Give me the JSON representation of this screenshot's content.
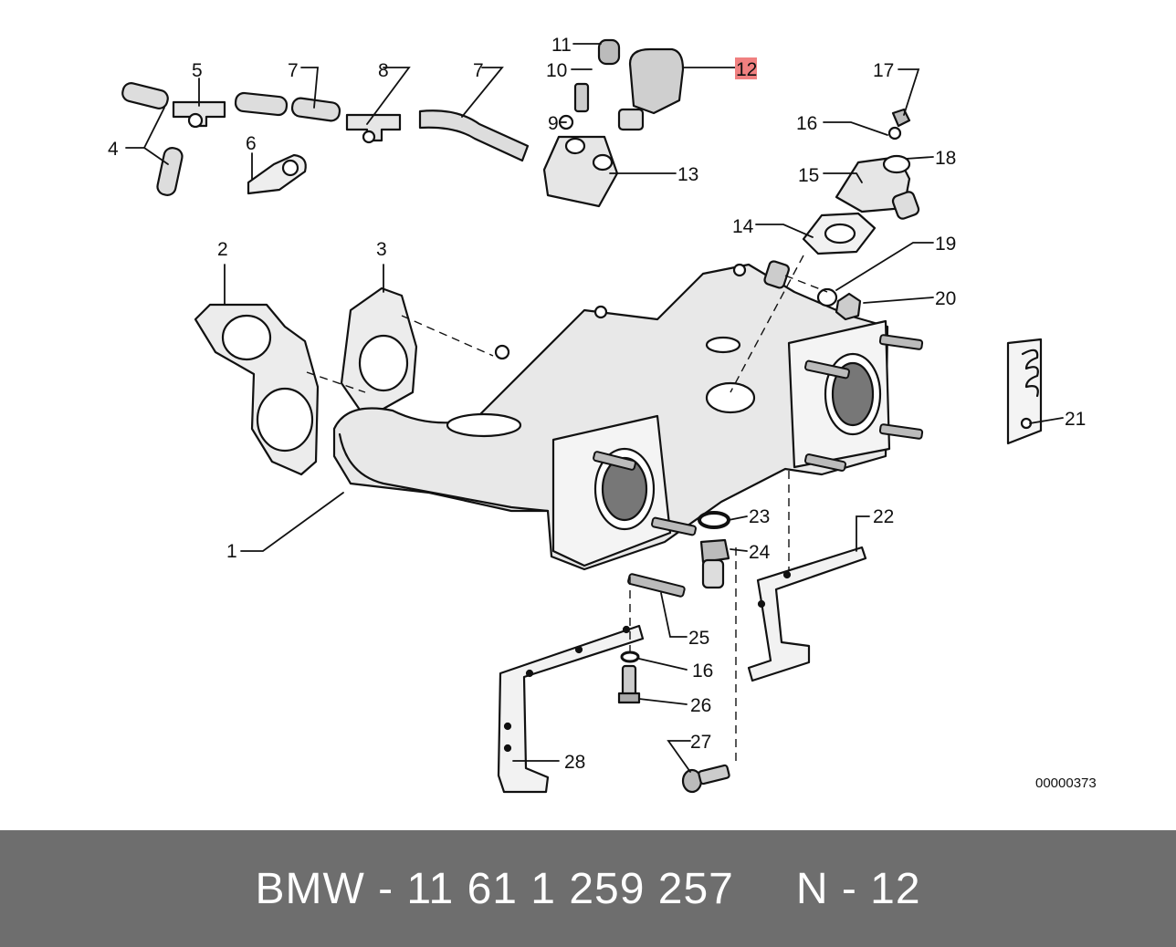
{
  "diagram": {
    "figure_number": "00000373",
    "highlighted_callout": "12",
    "highlight_color": "#f08080",
    "callouts": [
      "1",
      "2",
      "3",
      "4",
      "5",
      "6",
      "7",
      "7",
      "8",
      "9",
      "10",
      "11",
      "12",
      "13",
      "14",
      "15",
      "16",
      "16",
      "17",
      "18",
      "19",
      "20",
      "21",
      "22",
      "23",
      "24",
      "25",
      "26",
      "27",
      "28"
    ]
  },
  "footer": {
    "part_number": "BMW - 11 61 1 259 257",
    "position": "N - 12",
    "background": "#6e6e6e"
  }
}
